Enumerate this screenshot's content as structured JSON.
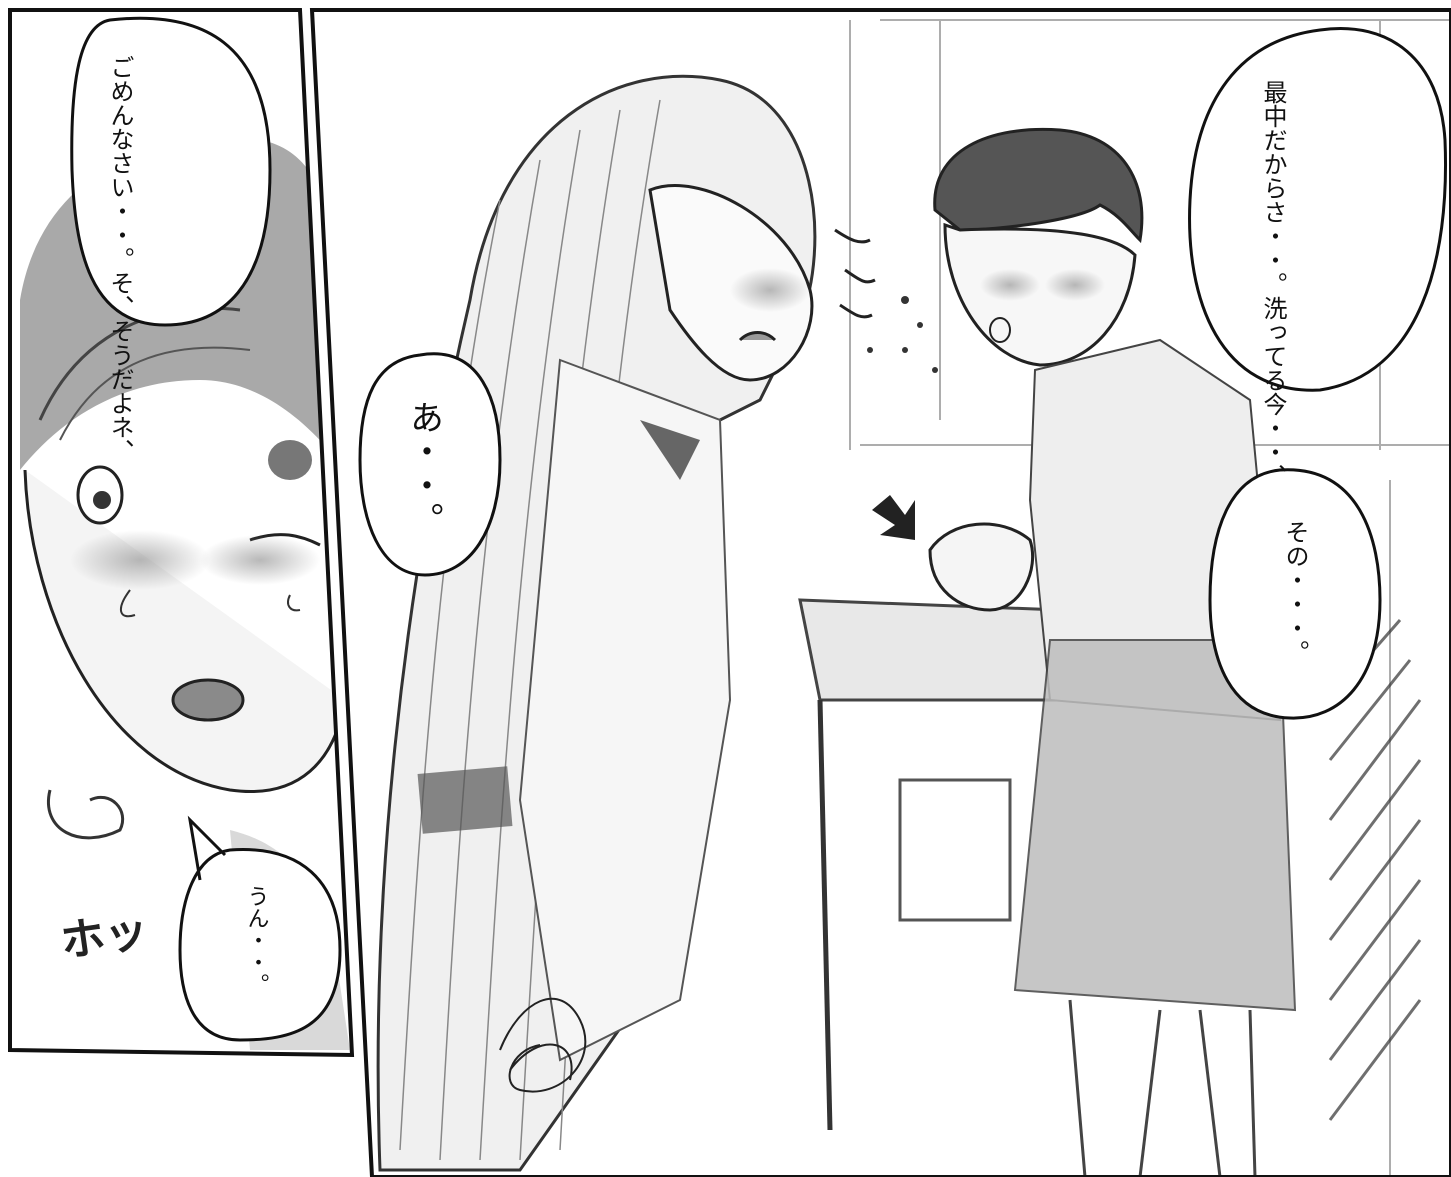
{
  "panels": {
    "left": {
      "bubble_top": {
        "lines": [
          "ごめんなさい・・。",
          "そ、そうだよネ、"
        ]
      },
      "bubble_bottom": {
        "lines": [
          "うん・・。"
        ]
      },
      "sfx": "ホッ"
    },
    "right": {
      "bubble_mid": {
        "lines": [
          "あ・・。"
        ]
      },
      "bubble_top_right": {
        "lines": [
          "最中だからさ・・。",
          "洗ってる",
          "今・・、"
        ]
      },
      "bubble_right_mid": {
        "lines": [
          "その・・・。"
        ]
      }
    }
  },
  "colors": {
    "ink": "#111111",
    "paper": "#ffffff",
    "tone": "#8a8a8a"
  }
}
